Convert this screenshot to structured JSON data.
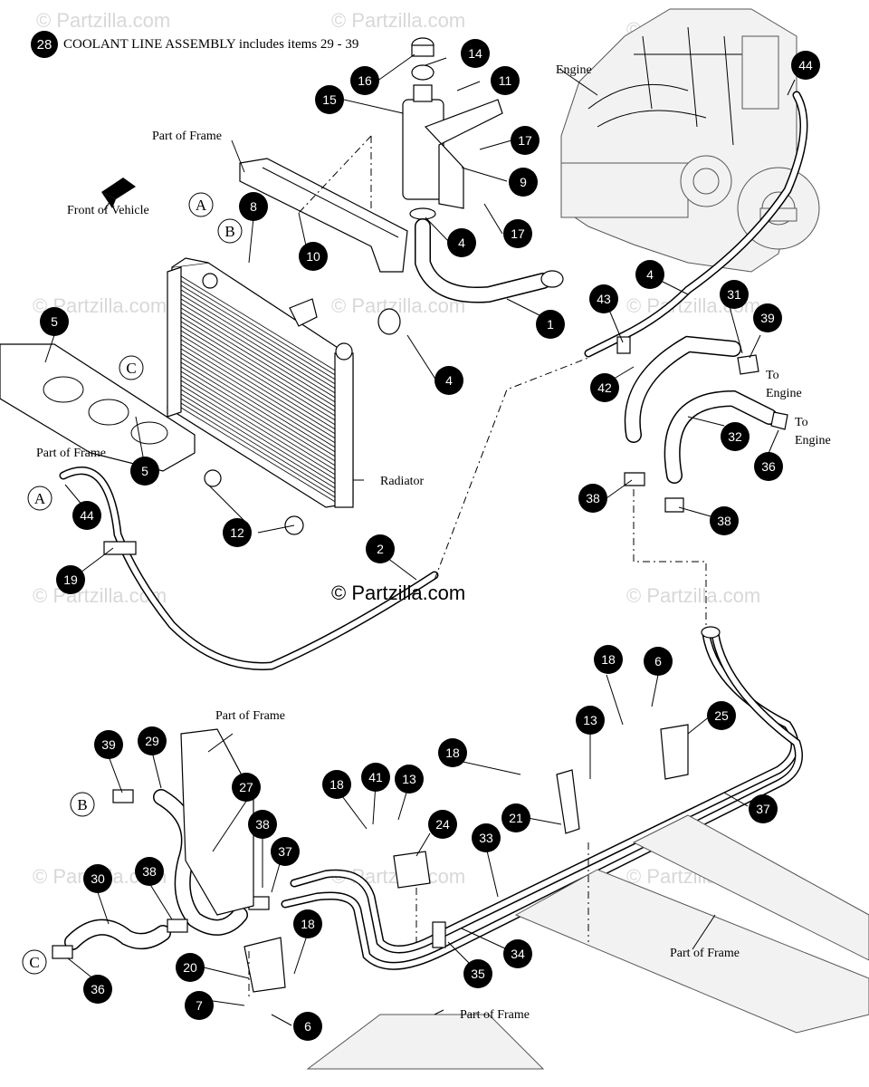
{
  "header": {
    "badge": "28",
    "text": "COOLANT LINE ASSEMBLY includes items 29 - 39"
  },
  "copyright": "© Partzilla.com",
  "watermark": "© Partzilla.com",
  "labels": {
    "engine": "Engine",
    "part_of_frame": "Part of Frame",
    "front_of_vehicle": "Front of Vehicle",
    "radiator": "Radiator",
    "to": "To",
    "engine_dest": "Engine"
  },
  "letters": [
    "A",
    "B",
    "C"
  ],
  "callouts": [
    "1",
    "2",
    "4",
    "5",
    "6",
    "7",
    "8",
    "9",
    "10",
    "11",
    "12",
    "13",
    "14",
    "15",
    "16",
    "17",
    "18",
    "19",
    "20",
    "21",
    "24",
    "25",
    "27",
    "29",
    "30",
    "31",
    "32",
    "33",
    "34",
    "35",
    "36",
    "37",
    "38",
    "39",
    "41",
    "42",
    "43",
    "44"
  ]
}
